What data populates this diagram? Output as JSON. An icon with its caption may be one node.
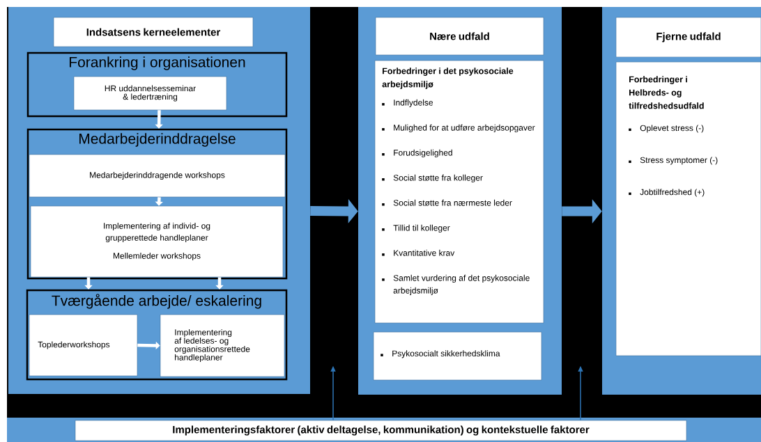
{
  "diagram": {
    "nodes": [
      {
        "text": [],
        "shape": "box"
      },
      {
        "text": [
          "Indsatsens kerneelementer"
        ],
        "in": 0
      },
      {
        "text": [
          "Forankring i organisationen"
        ],
        "in": 0
      },
      {
        "text": [
          "HR uddannelsesseminar & ledertræning"
        ],
        "in": 2
      },
      {
        "text": [
          "Medarbejderinddragelse"
        ],
        "in": 0
      },
      {
        "text": [
          "Medarbejderinddragende workshops"
        ],
        "in": 4
      },
      {
        "text": [
          "Implementering af individ- og grupperettede handleplaner",
          "Mellemleder workshops"
        ],
        "in": 4
      },
      {
        "text": [
          "Tværgående arbejde/ eskalering"
        ],
        "in": 0
      },
      {
        "text": [
          "Toplederworkshops"
        ],
        "in": 7
      },
      {
        "text": [
          "Implementering af ledelses- og organisationsrettede handleplaner"
        ],
        "in": 7
      },
      {
        "text": [],
        "shape": "box"
      },
      {
        "text": [
          "Nære udfald"
        ],
        "in": 10
      },
      {
        "text": [
          "Forbedringer i det psykosociale arbejdsmiljø",
          "Indflydelse",
          "Mulighed for at udføre arbejdsopgaver",
          "Forudsigelighed",
          "Social støtte fra kolleger",
          "Social støtte fra nærmeste leder",
          "Tillid til kolleger",
          "Kvantitative krav",
          "Samlet vurdering af det psykosociale arbejdsmiljø"
        ],
        "in": 10
      },
      {
        "text": [
          "Psykosocialt sikkerhedsklima"
        ],
        "in": 10
      },
      {
        "text": [],
        "shape": "box"
      },
      {
        "text": [
          "Fjerne udfald"
        ],
        "in": 14
      },
      {
        "text": [
          "Forbedringer i Helbreds- og tilfredshedsudfald",
          "Oplevet stress (-)",
          "Stress symptomer (-)",
          "Jobtilfredshed (+)"
        ],
        "in": 14
      },
      {
        "text": [
          "Implementeringsfaktorer (aktiv deltagelse, kommunikation) og kontekstuelle faktorer"
        ]
      }
    ],
    "edges": [
      {
        "from": 3,
        "to": 4,
        "arrow": "to"
      },
      {
        "from": 5,
        "to": 6,
        "arrow": "to"
      },
      {
        "from": 6,
        "to": 7,
        "arrow": "to"
      },
      {
        "from": 6,
        "to": 7,
        "arrow": "to"
      },
      {
        "from": 8,
        "to": 9,
        "arrow": "to"
      },
      {
        "from": 0,
        "to": 10,
        "arrow": "to",
        "style": "thick",
        "color": "#5b9bd5"
      },
      {
        "from": 10,
        "to": 14,
        "arrow": "to",
        "style": "thick",
        "color": "#5b9bd5"
      },
      {
        "from": 17,
        "to": null,
        "arrow": "to",
        "color": "#2e75b6"
      },
      {
        "from": 17,
        "to": null,
        "arrow": "to",
        "color": "#2e75b6"
      }
    ]
  }
}
